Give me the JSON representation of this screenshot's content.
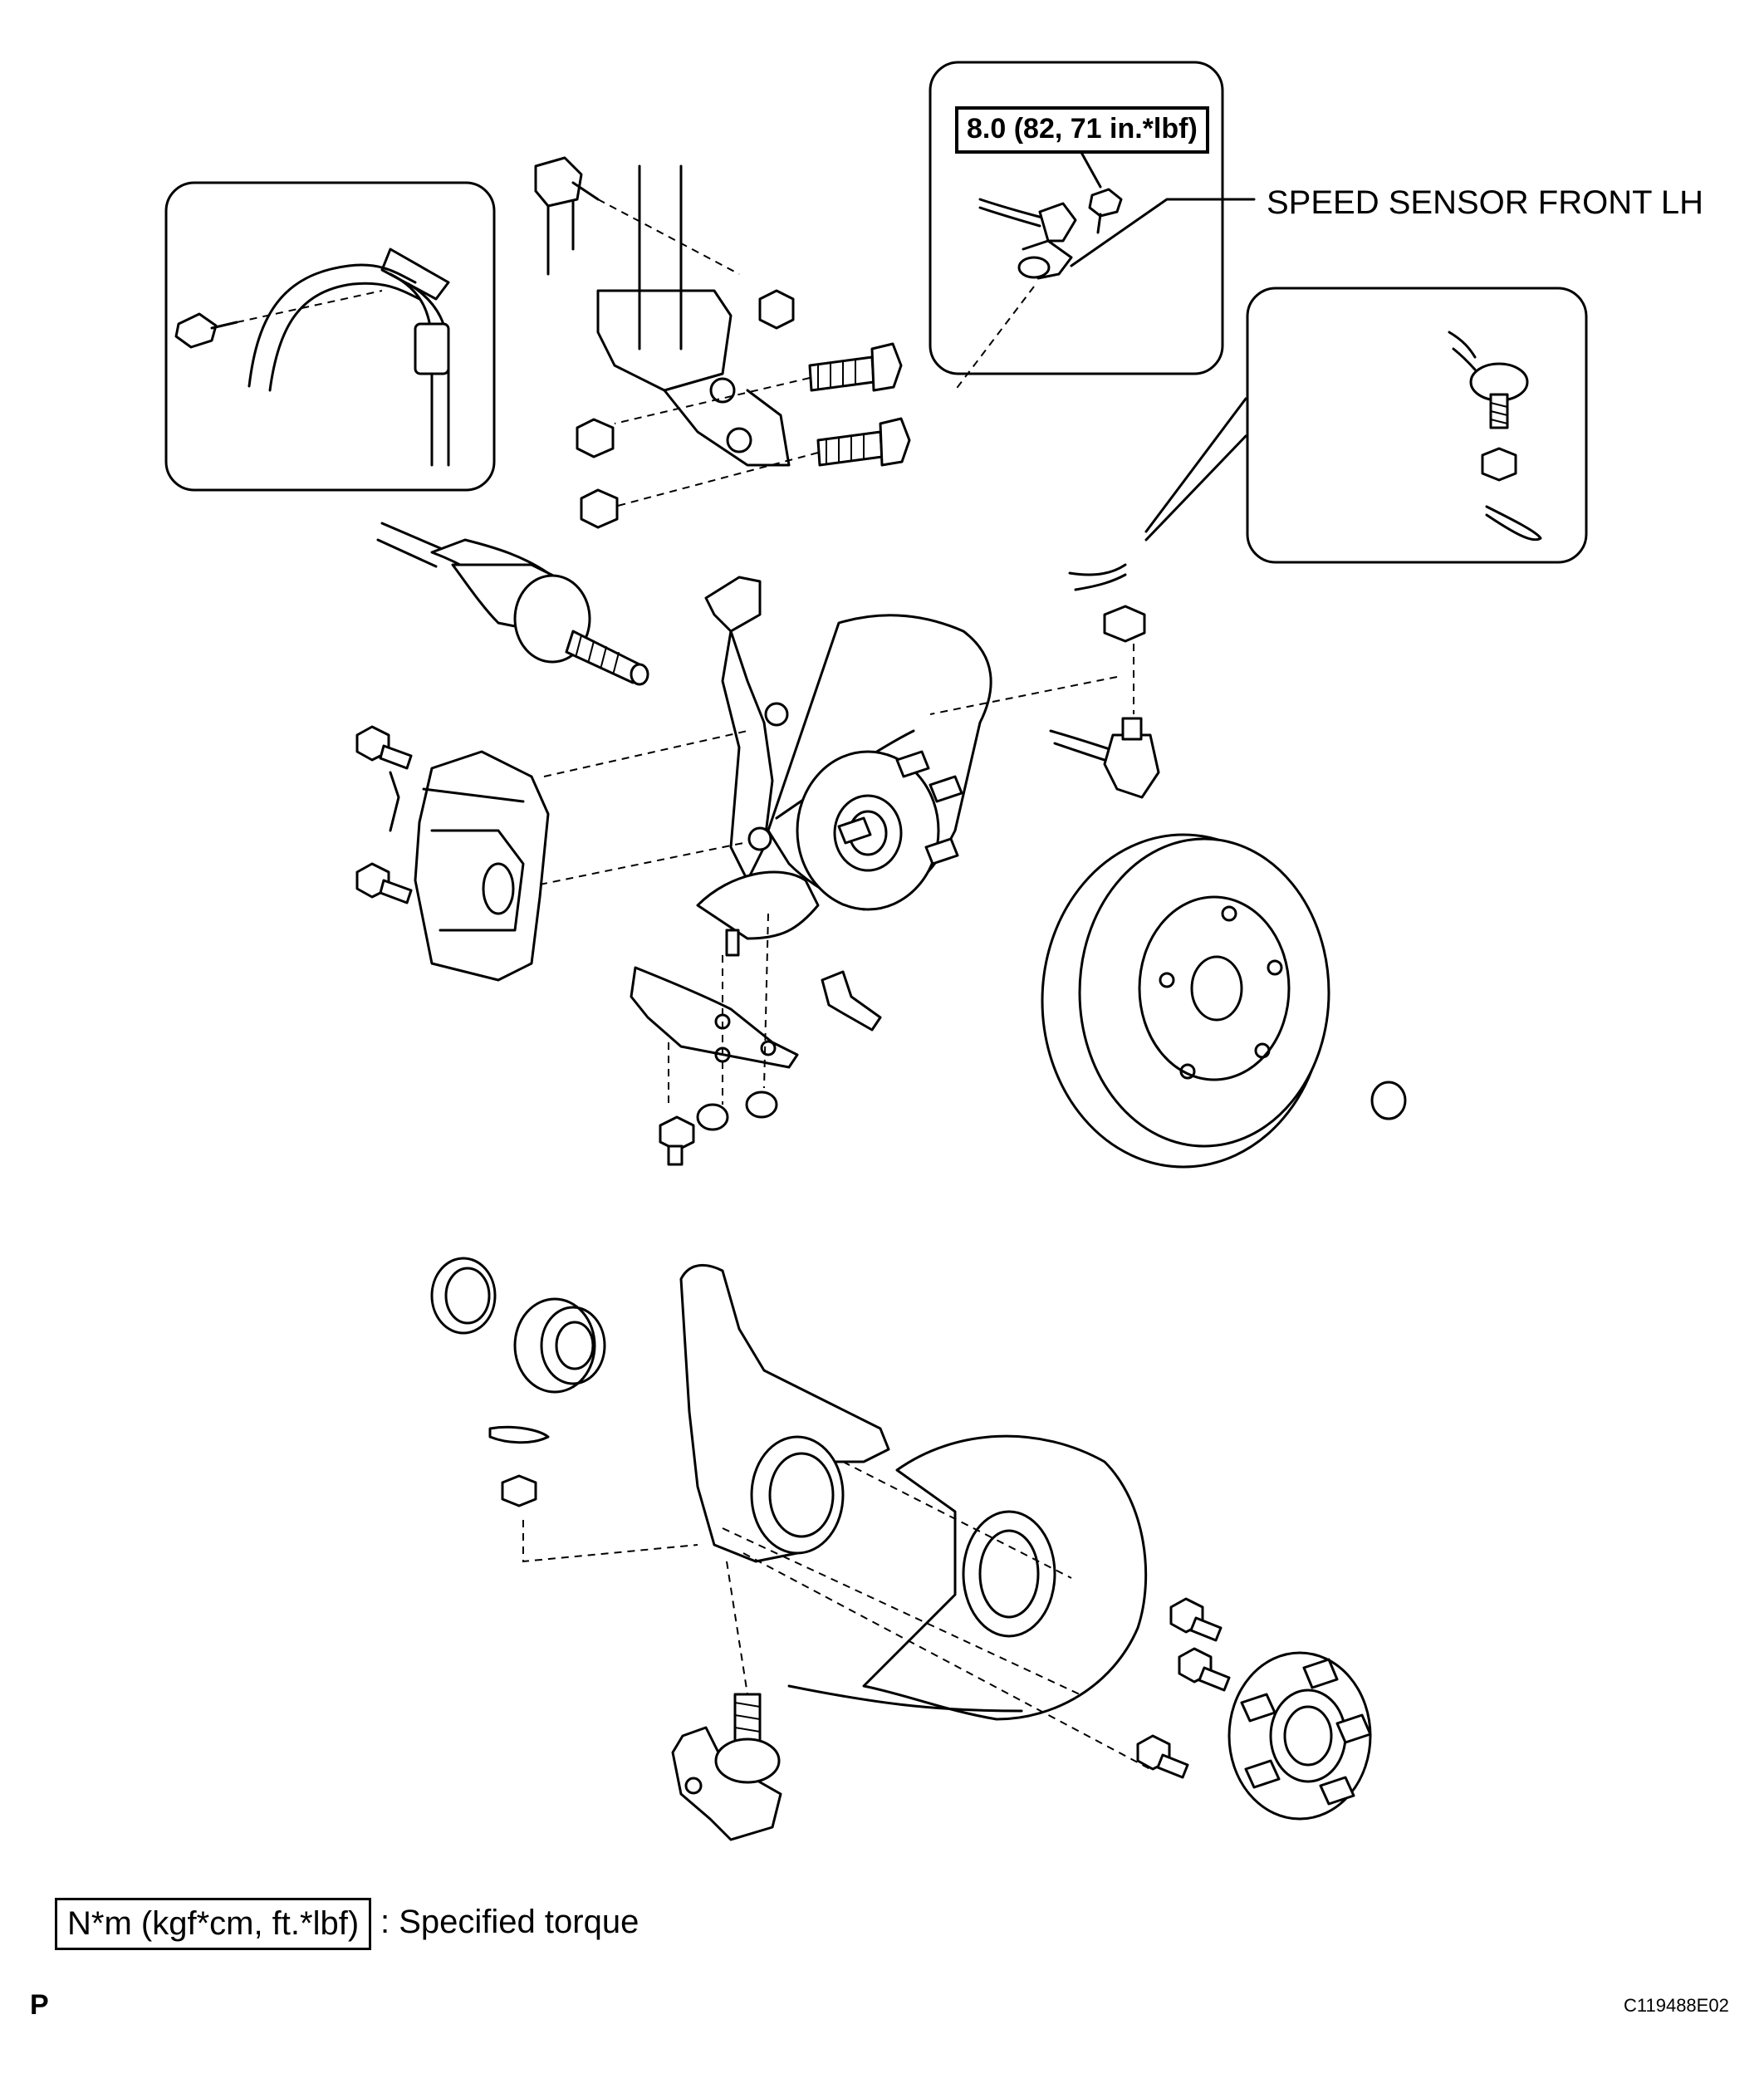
{
  "torque_callout": "8.0 (82, 71 in.*lbf)",
  "sensor_label": "SPEED SENSOR FRONT LH",
  "legend": {
    "box_text": "N*m (kgf*cm, ft.*lbf)",
    "description": ": Specified torque"
  },
  "page_letter": "P",
  "figure_code": "C119488E02"
}
